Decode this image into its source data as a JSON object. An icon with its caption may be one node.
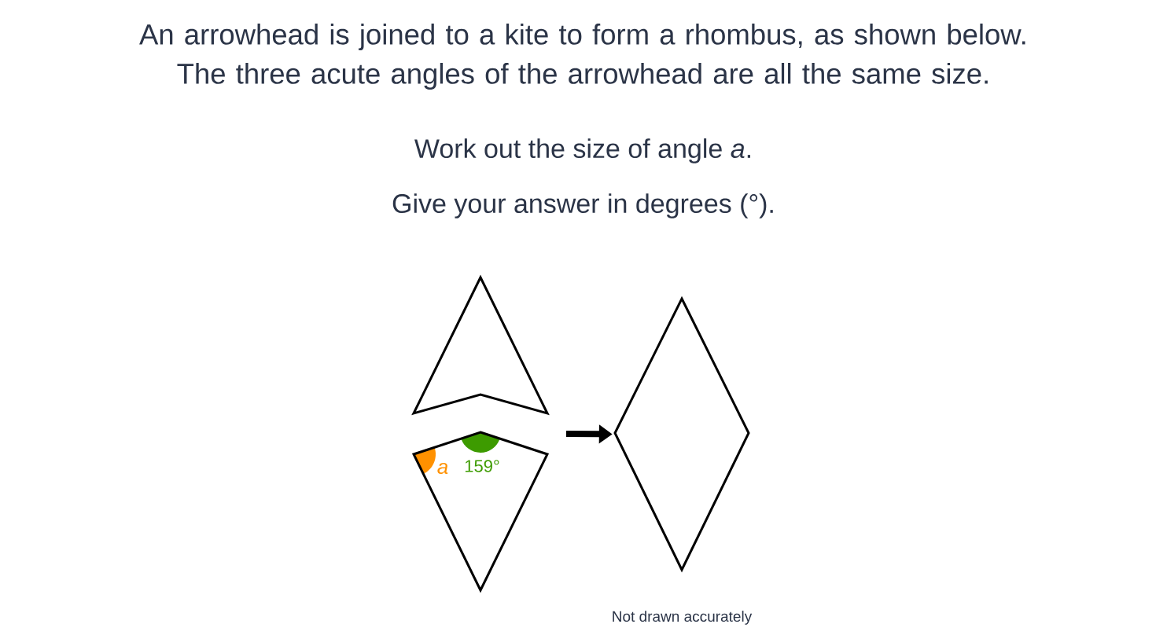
{
  "diagram": {
    "title": "An arrowhead is joined to a kite to form a rhombus, as shown below. The three acute angles of the arrowhead are all the same size.",
    "nodes": [
      {
        "text": [],
        "shape": "arrowhead"
      },
      {
        "text": [],
        "shape": "kite"
      },
      {
        "text": [],
        "shape": "rhombus"
      }
    ],
    "edges": [
      {
        "from": null,
        "to": 2,
        "arrow": "to"
      }
    ],
    "labels": [
      "Work out the size of angle *a*.",
      "Give your answer in degrees (°).",
      "a",
      "159°",
      "Not drawn accurately"
    ]
  }
}
